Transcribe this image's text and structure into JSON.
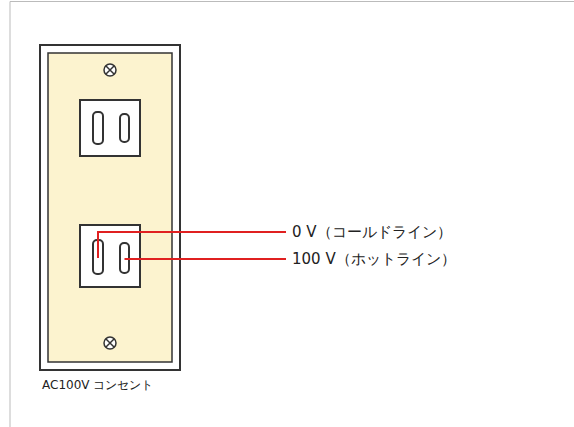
{
  "diagram": {
    "labels": [
      "0 V（コールドライン）",
      "100 V（ホットライン）",
      "AC100V コンセント"
    ]
  }
}
